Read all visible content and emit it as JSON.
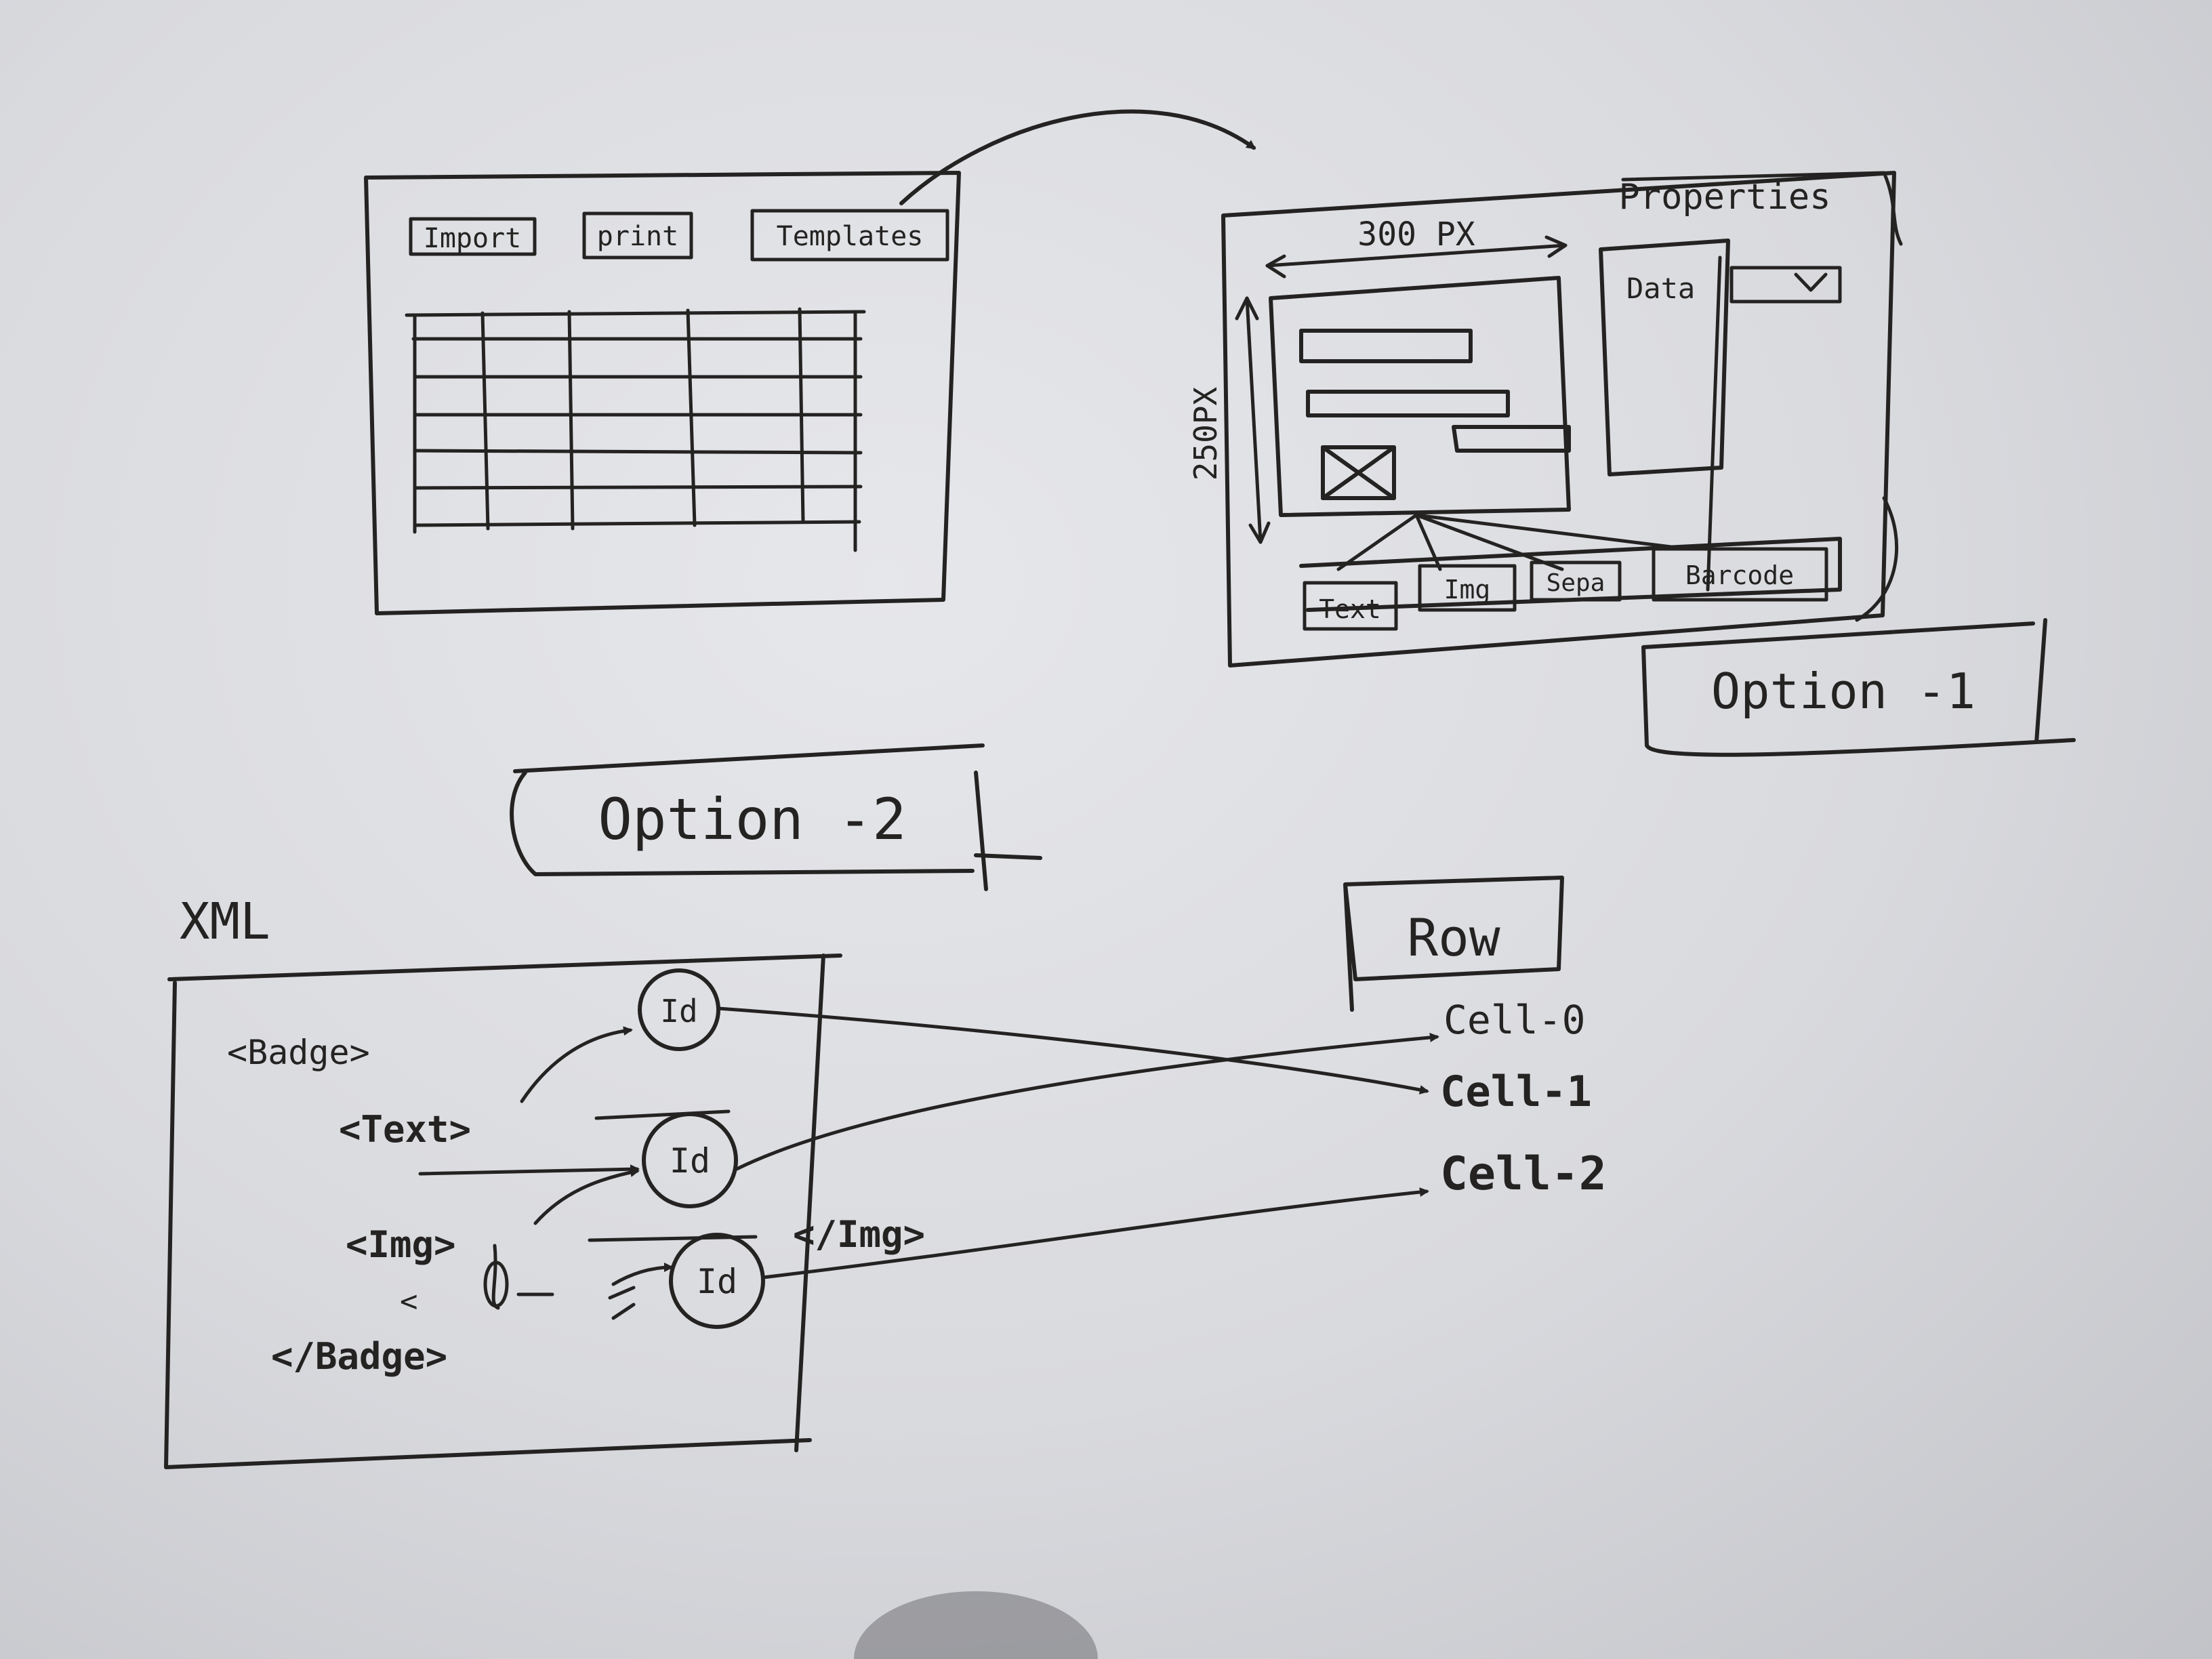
{
  "wireframe_main": {
    "buttons": [
      "Import",
      "print",
      "Templates"
    ]
  },
  "wireframe_editor": {
    "width_label": "300 PX",
    "height_label": "250PX",
    "properties_label": "Properties",
    "data_label": "Data",
    "data_dropdown_icon": "chevron-down-icon",
    "toolbox_items": [
      "Text",
      "Img",
      "Sepa",
      "Barcode"
    ]
  },
  "option_1_label": "Option -1",
  "option_2_label": "Option -2",
  "xml": {
    "title": "XML",
    "tags": [
      "<Badge>",
      "<Text>",
      "<Img>",
      "<",
      "</Badge>",
      "</Img>"
    ],
    "id_nodes": [
      "Id",
      "Id",
      "Id"
    ]
  },
  "row": {
    "title": "Row",
    "cells": [
      "Cell-0",
      "Cell-1",
      "Cell-2"
    ]
  },
  "colors": {
    "ink": "#242322",
    "paper": "#e3e4e8"
  }
}
